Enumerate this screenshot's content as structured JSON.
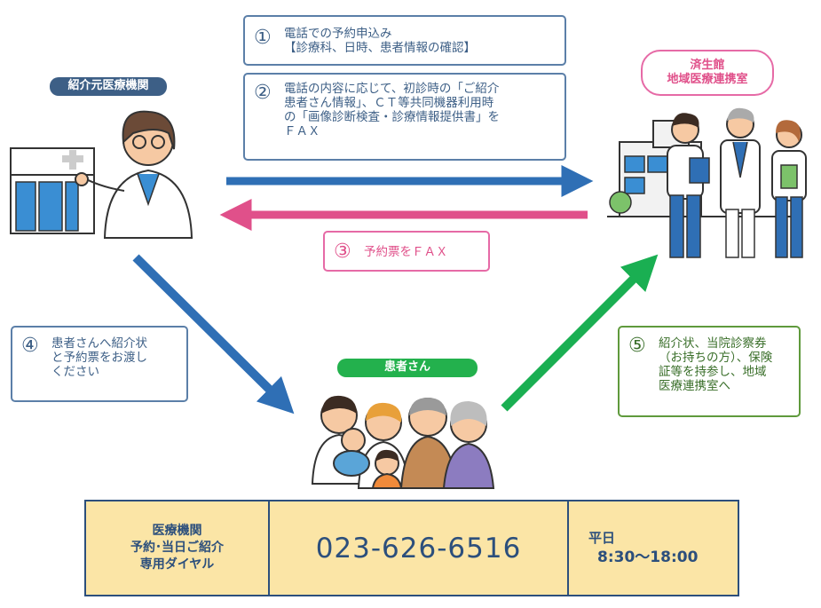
{
  "labels": {
    "referrer": "紹介元医療機関",
    "hospital_line1": "済生館",
    "hospital_line2": "地域医療連携室",
    "patient": "患者さん"
  },
  "steps": [
    {
      "num": "①",
      "text": "電話での予約申込み\n【診療科、日時、患者情報の確認】"
    },
    {
      "num": "②",
      "text": "電話の内容に応じて、初診時の「ご紹介\n患者さん情報」、ＣＴ等共同機器利用時\nの「画像診断検査・診療情報提供書」を\nＦＡＸ"
    },
    {
      "num": "③",
      "text": "予約票をＦＡＸ"
    },
    {
      "num": "④",
      "text": "患者さんへ紹介状\nと予約票をお渡し\nください"
    },
    {
      "num": "⑤",
      "text": "紹介状、当院診察券\n（お持ちの方）、保険\n証等を持参し、地域\n医療連携室へ"
    }
  ],
  "footer": {
    "label": "医療機関\n予約･当日ご紹介\n専用ダイヤル",
    "phone": "023-626-6516",
    "hours_day": "平日",
    "hours_time": "8:30～18:00"
  },
  "colors": {
    "blue_arrow": "#2f6fb5",
    "pink_arrow": "#e0508a",
    "green_arrow": "#1aaf52",
    "navy": "#2c4f7c",
    "pink_border": "#e66aa6",
    "green_border": "#5f9a3c",
    "footer_bg": "#fbe5a6"
  }
}
